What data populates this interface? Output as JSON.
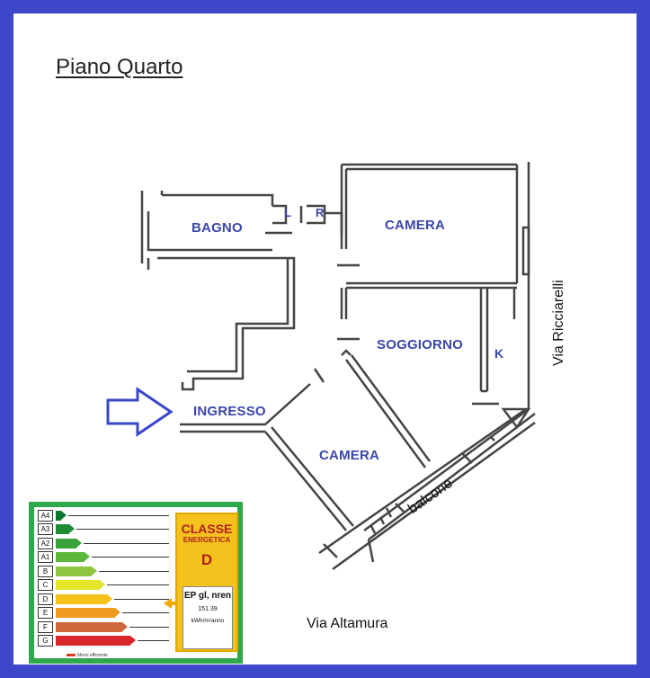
{
  "title": "Piano Quarto",
  "rooms": {
    "bagno": "BAGNO",
    "l": "L",
    "r": "R",
    "camera_top": "CAMERA",
    "soggiorno": "SOGGIORNO",
    "k": "K",
    "ingresso": "INGRESSO",
    "camera_bottom": "CAMERA"
  },
  "streets": {
    "ricciarelli": "Via Ricciarelli",
    "altamura": "Via Altamura",
    "balcone": "balcone"
  },
  "energy_label": {
    "classes": [
      {
        "tag": "A4",
        "color": "#0a7a2f"
      },
      {
        "tag": "A3",
        "color": "#1f8a34"
      },
      {
        "tag": "A2",
        "color": "#3aa23a"
      },
      {
        "tag": "A1",
        "color": "#5cb83a"
      },
      {
        "tag": "B",
        "color": "#8ec63f"
      },
      {
        "tag": "C",
        "color": "#e3e62a"
      },
      {
        "tag": "D",
        "color": "#f6c21a"
      },
      {
        "tag": "E",
        "color": "#ef9a1e"
      },
      {
        "tag": "F",
        "color": "#cf6a3a"
      },
      {
        "tag": "G",
        "color": "#d8262a"
      }
    ],
    "classe_title": "CLASSE",
    "classe_sub": "ENERGETICA",
    "classe_value": "D",
    "ep_label": "EP gl, nren",
    "ep_value": "151.39",
    "ep_unit": "kWh/m²anno",
    "legend": "Meno efficiente"
  },
  "colors": {
    "frame": "#3d47c9",
    "room_text": "#3a46a8",
    "arrow": "#3a46c9",
    "energy_border": "#2ea84a"
  }
}
